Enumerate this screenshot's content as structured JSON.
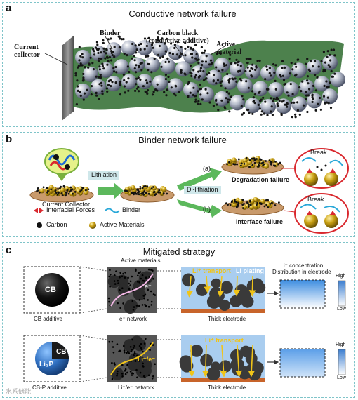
{
  "panel_a": {
    "letter": "a",
    "title": "Conductive network failure",
    "label_current_collector": "Current\ncollector",
    "label_binder": "Binder",
    "label_carbon_black": "Carbon black\n(conductive additive)",
    "label_active_material": "Active\nmaterial"
  },
  "panel_b": {
    "letter": "b",
    "title": "Binder network failure",
    "lithiation": "Lithiation",
    "delithiation": "Di-lithiation",
    "current_collector": "Current Collector",
    "route_a": "(a)",
    "route_b": "(b)",
    "degradation": "Degradation failure",
    "interface": "Interface failure",
    "break1": "Break",
    "break2": "Break",
    "legend": {
      "interfacial_forces": "Interfacial Forces",
      "binder": "Binder",
      "carbon": "Carbon",
      "active_materials": "Active Materials"
    }
  },
  "panel_c": {
    "letter": "c",
    "title": "Mitigated strategy",
    "active_materials": "Active materials",
    "cb": "CB",
    "cb_additive": "CB additive",
    "e_network": "e⁻ network",
    "e_minus": "e⁻",
    "li_transport_top": "Li⁺ transport",
    "li_plating": "Li plating",
    "thick_electrode_top": "Thick electrode",
    "li_conc": "Li⁺ concentration\nDistribution in electrode",
    "high1": "High",
    "low1": "Low",
    "cb2": "CB",
    "li3p": "Li₃P",
    "cbp_additive": "CB-P additive",
    "li_e_network": "Li⁺/e⁻ network",
    "li_e_label": "Li⁺/e⁻",
    "li_transport_bottom": "Li⁺ transport",
    "thick_electrode_bottom": "Thick electrode",
    "high2": "High",
    "low2": "Low",
    "watermark": "水系储能"
  },
  "colors": {
    "panel_border": "#7fc4c9",
    "binder_green": "#2e6b2e",
    "carbon_black": "#1a1a1a",
    "active_sphere": "#9aa3b5",
    "arrow_green": "#5cb85c",
    "interface_red": "#d9282e",
    "electrolyte_blue": "#a9cdef",
    "li_yellow": "#f0c419",
    "copper": "#c8642a"
  }
}
